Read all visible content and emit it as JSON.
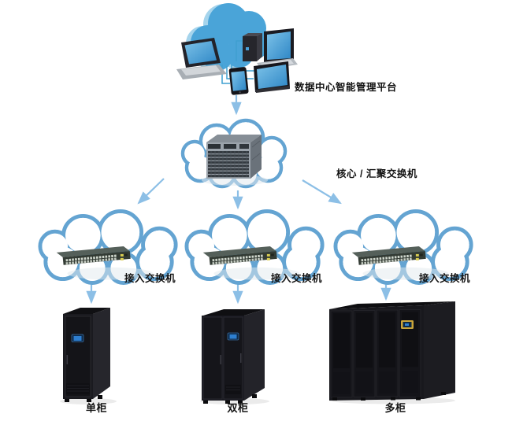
{
  "diagram": {
    "platform": {
      "label": "数据中心智能管理平台"
    },
    "core": {
      "label": "核心 / 汇聚交换机"
    },
    "access": [
      {
        "label": "接入交换机"
      },
      {
        "label": "接入交换机"
      },
      {
        "label": "接入交换机"
      }
    ],
    "cabinets": [
      {
        "label": "单柜"
      },
      {
        "label": "双柜"
      },
      {
        "label": "多柜"
      }
    ],
    "icons": {
      "platform": "cloud-with-devices",
      "core": "chassis-switch-in-cloud",
      "access": "rack-switch-in-cloud",
      "cabinet_single": "single-server-cabinet",
      "cabinet_double": "double-server-cabinet",
      "cabinet_multi": "multi-server-cabinet-row"
    },
    "colors": {
      "cloud_stroke": "#64a4d2",
      "cloud_fill": "#ffffff",
      "solid_cloud": "#4aa4d8",
      "arrow": "#8cbfe6",
      "screen_blue": "#2e7fd0",
      "cabinet_body": "#17171c",
      "multi_screen_frame": "#c9a43a",
      "label_text": "#111111"
    }
  }
}
